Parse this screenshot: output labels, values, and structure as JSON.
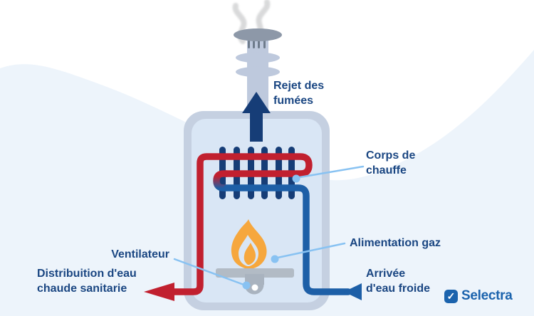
{
  "diagram": {
    "labels": {
      "flue_gas": [
        "Rejet des",
        "fumées"
      ],
      "heat_exchanger": [
        "Corps de",
        "chauffe"
      ],
      "gas_supply": [
        "Alimentation gaz"
      ],
      "fan": [
        "Ventilateur"
      ],
      "hot_water_out": [
        "Distribuition d'eau",
        "chaude sanitarie"
      ],
      "cold_water_in": [
        "Arrivée",
        "d'eau froide"
      ]
    },
    "colors": {
      "wave": "#edf4fb",
      "body_outer": "#c5d0e1",
      "body_inner": "#d9e6f5",
      "chimney": "#bec9dd",
      "chimney_cap": "#8d98a8",
      "vent_slits": "#6e7b8b",
      "smoke": "#b4b5b7",
      "navy": "#163d77",
      "label_text": "#1a4682",
      "hot_pipe": "#c1202f",
      "cold_pipe": "#1d5fa7",
      "callout": "#88c2f2",
      "flame": "#f6a73d",
      "burner": "#b2bbc5",
      "fan_housing": "#a9b3bf"
    }
  },
  "branding": {
    "logo_text": "Selectra",
    "check_glyph": "✓",
    "logo_color": "#1b63ad"
  }
}
